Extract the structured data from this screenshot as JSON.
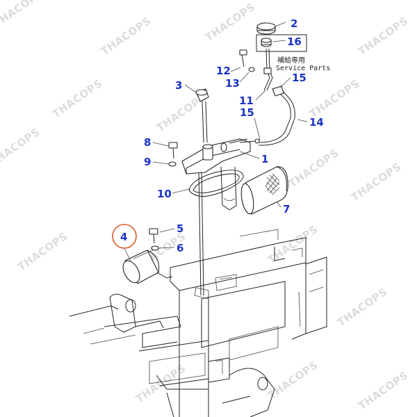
{
  "service_parts": {
    "line1": "補給専用",
    "line2": "Service Parts"
  },
  "watermark": "THACOPS",
  "callouts": [
    {
      "key": "c2",
      "text": "2"
    },
    {
      "key": "c16",
      "text": "16"
    },
    {
      "key": "c12",
      "text": "12"
    },
    {
      "key": "c13",
      "text": "13"
    },
    {
      "key": "c15a",
      "text": "15"
    },
    {
      "key": "c3",
      "text": "3"
    },
    {
      "key": "c11",
      "text": "11"
    },
    {
      "key": "c15b",
      "text": "15"
    },
    {
      "key": "c14",
      "text": "14"
    },
    {
      "key": "c8",
      "text": "8"
    },
    {
      "key": "c9",
      "text": "9"
    },
    {
      "key": "c1",
      "text": "1"
    },
    {
      "key": "c10",
      "text": "10"
    },
    {
      "key": "c7",
      "text": "7"
    },
    {
      "key": "c4",
      "text": "4"
    },
    {
      "key": "c5",
      "text": "5"
    },
    {
      "key": "c6",
      "text": "6"
    }
  ],
  "colors": {
    "callout": "#1a32c8",
    "highlight": "#e05a2b",
    "watermark": "#dcdcdc"
  },
  "highlighted_callout": "4"
}
